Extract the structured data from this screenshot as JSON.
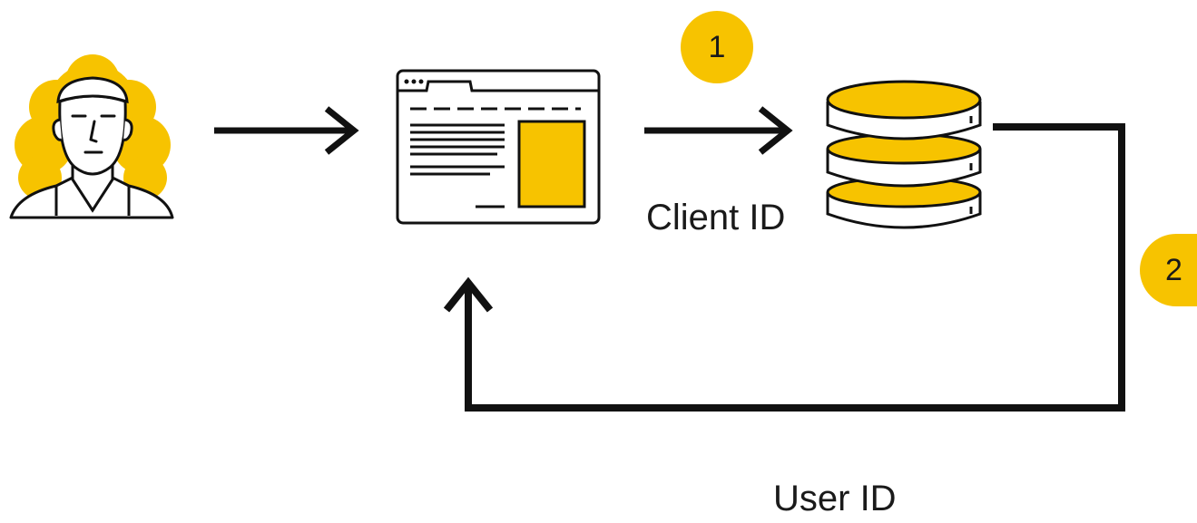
{
  "colors": {
    "accent": "#F7C300",
    "stroke": "#111111",
    "text": "#1a1a1a",
    "background": "#ffffff"
  },
  "icons": {
    "user": "user-avatar-icon",
    "browser": "browser-window-icon",
    "database": "database-icon"
  },
  "steps": [
    {
      "number": "1",
      "label": "Client ID"
    },
    {
      "number": "2",
      "label": "User ID"
    }
  ]
}
